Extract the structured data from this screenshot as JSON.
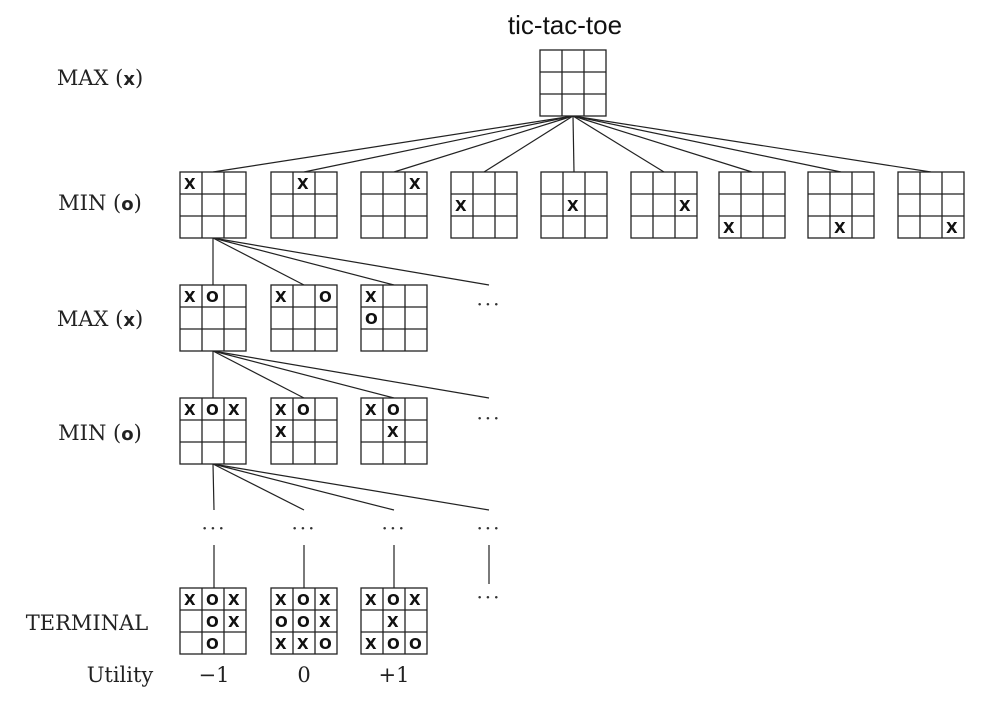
{
  "title": "tic-tac-toe",
  "levels": [
    {
      "name": "MAX",
      "player": "x"
    },
    {
      "name": "MIN",
      "player": "o"
    },
    {
      "name": "MAX",
      "player": "x"
    },
    {
      "name": "MIN",
      "player": "o"
    },
    {
      "name": "TERMINAL",
      "player": ""
    }
  ],
  "utility_label": "Utility",
  "utilities": [
    "−1",
    "0",
    "+1"
  ],
  "ellipsis": "···",
  "boards": {
    "root": [
      "",
      "",
      "",
      "",
      "",
      "",
      "",
      "",
      ""
    ],
    "min_level": [
      [
        "X",
        "",
        "",
        "",
        "",
        "",
        "",
        "",
        ""
      ],
      [
        "",
        "X",
        "",
        "",
        "",
        "",
        "",
        "",
        ""
      ],
      [
        "",
        "",
        "X",
        "",
        "",
        "",
        "",
        "",
        ""
      ],
      [
        "",
        "",
        "",
        "X",
        "",
        "",
        "",
        "",
        ""
      ],
      [
        "",
        "",
        "",
        "",
        "X",
        "",
        "",
        "",
        ""
      ],
      [
        "",
        "",
        "",
        "",
        "",
        "X",
        "",
        "",
        ""
      ],
      [
        "",
        "",
        "",
        "",
        "",
        "",
        "X",
        "",
        ""
      ],
      [
        "",
        "",
        "",
        "",
        "",
        "",
        "",
        "X",
        ""
      ],
      [
        "",
        "",
        "",
        "",
        "",
        "",
        "",
        "",
        "X"
      ]
    ],
    "max2_level": [
      [
        "X",
        "O",
        "",
        "",
        "",
        "",
        "",
        "",
        ""
      ],
      [
        "X",
        "",
        "O",
        "",
        "",
        "",
        "",
        "",
        ""
      ],
      [
        "X",
        "",
        "",
        "O",
        "",
        "",
        "",
        "",
        ""
      ]
    ],
    "min2_level": [
      [
        "X",
        "O",
        "X",
        "",
        "",
        "",
        "",
        "",
        ""
      ],
      [
        "X",
        "O",
        "",
        "X",
        "",
        "",
        "",
        "",
        ""
      ],
      [
        "X",
        "O",
        "",
        "",
        "X",
        "",
        "",
        "",
        ""
      ]
    ],
    "terminal_level": [
      [
        "X",
        "O",
        "X",
        "",
        "O",
        "X",
        "",
        "O",
        ""
      ],
      [
        "X",
        "O",
        "X",
        "O",
        "O",
        "X",
        "X",
        "X",
        "O"
      ],
      [
        "X",
        "O",
        "X",
        "",
        "X",
        "",
        "X",
        "O",
        "O"
      ]
    ]
  }
}
